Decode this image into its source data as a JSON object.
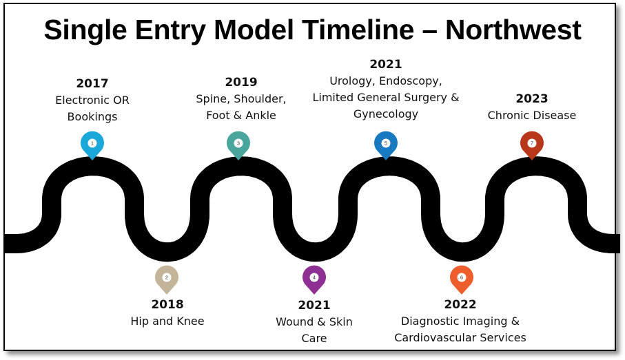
{
  "title": "Single Entry Model Timeline – Northwest",
  "milestones": [
    {
      "number": "1",
      "year": "2017",
      "lines": [
        "Electronic OR",
        "Bookings"
      ],
      "color": "#1ba7d9",
      "position": "above"
    },
    {
      "number": "2",
      "year": "2018",
      "lines": [
        "Hip and Knee"
      ],
      "color": "#c4b59a",
      "position": "below"
    },
    {
      "number": "3",
      "year": "2019",
      "lines": [
        "Spine, Shoulder,",
        "Foot & Ankle"
      ],
      "color": "#4aa59c",
      "position": "above"
    },
    {
      "number": "4",
      "year": "2021",
      "lines": [
        "Wound & Skin",
        "Care"
      ],
      "color": "#8e2f93",
      "position": "below"
    },
    {
      "number": "5",
      "year": "2021",
      "lines": [
        "Urology, Endoscopy,",
        "Limited General Surgery &",
        "Gynecology"
      ],
      "color": "#1779c0",
      "position": "above"
    },
    {
      "number": "6",
      "year": "2022",
      "lines": [
        "Diagnostic Imaging &",
        "Cardiovascular Services"
      ],
      "color": "#ee5d2c",
      "position": "below"
    },
    {
      "number": "7",
      "year": "2023",
      "lines": [
        "Chronic Disease"
      ],
      "color": "#b8361a",
      "position": "above"
    }
  ]
}
